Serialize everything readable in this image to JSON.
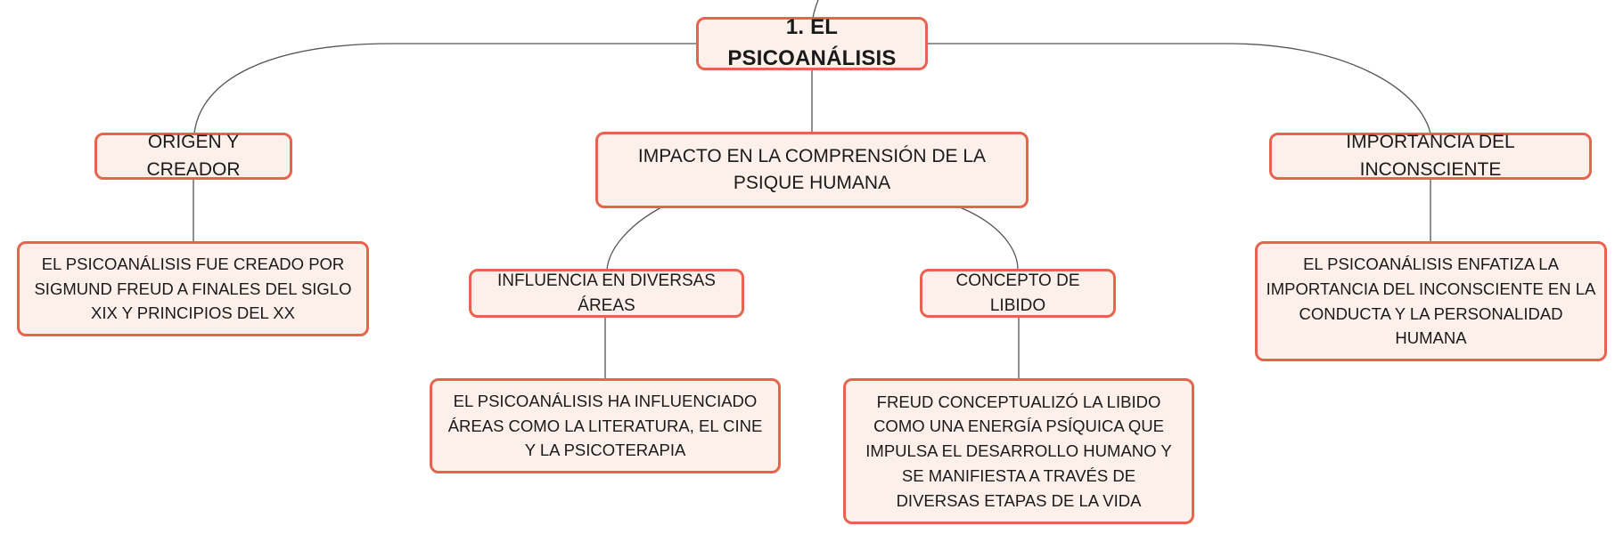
{
  "map": {
    "root": "1. EL PSICOANÁLISIS",
    "branches": [
      {
        "label": "ORIGEN Y CREADOR",
        "detail": "EL PSICOANÁLISIS FUE CREADO POR SIGMUND FREUD A FINALES DEL SIGLO XIX Y PRINCIPIOS DEL XX"
      },
      {
        "label": "IMPACTO EN LA COMPRENSIÓN DE LA PSIQUE HUMANA",
        "children": [
          {
            "label": "INFLUENCIA EN DIVERSAS ÁREAS",
            "detail": "EL PSICOANÁLISIS HA INFLUENCIADO ÁREAS COMO LA LITERATURA, EL CINE Y LA PSICOTERAPIA"
          },
          {
            "label": "CONCEPTO DE LIBIDO",
            "detail": "FREUD CONCEPTUALIZÓ LA LIBIDO COMO UNA ENERGÍA PSÍQUICA QUE IMPULSA EL DESARROLLO HUMANO Y SE MANIFIESTA A TRAVÉS DE DIVERSAS ETAPAS DE LA VIDA"
          }
        ]
      },
      {
        "label": "IMPORTANCIA DEL INCONSCIENTE",
        "detail": "EL PSICOANÁLISIS ENFATIZA LA IMPORTANCIA DEL INCONSCIENTE EN LA CONDUCTA Y LA PERSONALIDAD HUMANA"
      }
    ]
  },
  "colors": {
    "node_border": "#e8634f",
    "node_fill": "#fdf0ea",
    "connector": "#555555"
  }
}
